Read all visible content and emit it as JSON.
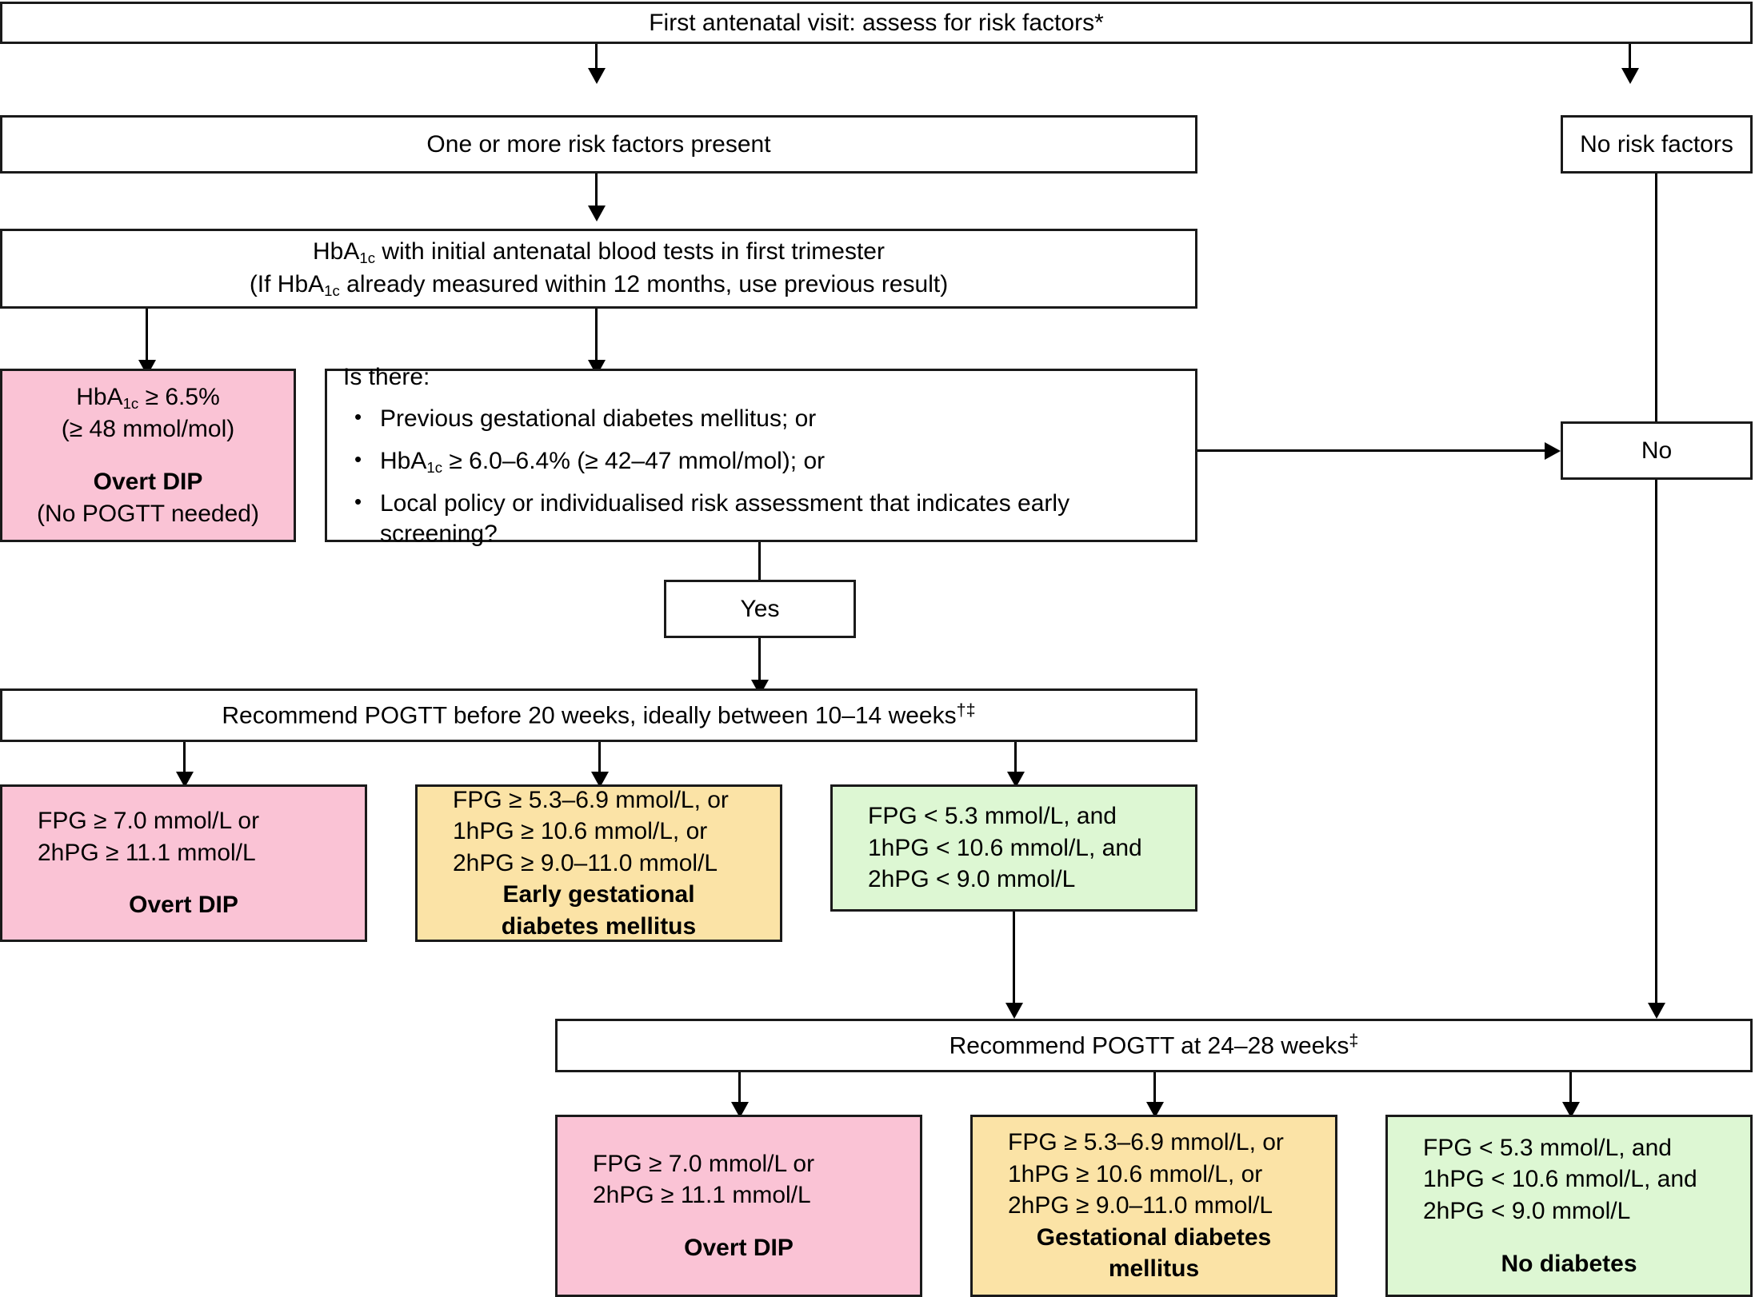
{
  "diagram": {
    "title": "Antenatal screening for diabetes in pregnancy",
    "colors": {
      "overt_dip": "#fac3d5",
      "gdm": "#fbe3a6",
      "no_diabetes": "#ddf7d3",
      "border": "#1a1a1a",
      "plain": "#ffffff"
    }
  },
  "nodes": {
    "first_visit": {
      "label": "First antenatal visit: assess for risk factors*"
    },
    "risk_present": {
      "label": "One or more risk factors present"
    },
    "no_risk": {
      "label": "No risk factors"
    },
    "hba1c_test": {
      "line1_a": "HbA",
      "line1_sub": "1c",
      "line1_b": " with initial antenatal blood tests in first trimester",
      "line2_a": "(If HbA",
      "line2_sub": "1c",
      "line2_b": " already measured within 12 months, use previous result)"
    },
    "overt_dip_hba1c": {
      "line1_a": "HbA",
      "line1_sub": "1c",
      "line1_b": " ≥ 6.5%",
      "line2": "(≥ 48 mmol/mol)",
      "line3": "Overt DIP",
      "line4": "(No POGTT needed)"
    },
    "is_there": {
      "lead": "Is there:",
      "bullets": [
        "Previous gestational diabetes mellitus; or",
        "HbA ≥ 6.0–6.4% (≥ 42–47 mmol/mol); or",
        "Local policy or individualised risk assessment that indicates early screening?"
      ],
      "bullet2_pre": "HbA",
      "bullet2_sub": "1c",
      "bullet2_post": " ≥ 6.0–6.4% (≥ 42–47 mmol/mol); or"
    },
    "yes": {
      "label": "Yes"
    },
    "no": {
      "label": "No"
    },
    "pogtt_early": {
      "label_a": "Recommend POGTT before 20 weeks, ideally between 10–14 weeks",
      "label_sup": "†‡"
    },
    "early_overt_dip": {
      "line1": "FPG ≥ 7.0 mmol/L or",
      "line2": "2hPG ≥ 11.1 mmol/L",
      "result": "Overt DIP"
    },
    "early_gdm": {
      "line1": "FPG ≥ 5.3–6.9 mmol/L, or",
      "line2": "1hPG ≥ 10.6 mmol/L, or",
      "line3": "2hPG ≥ 9.0–11.0 mmol/L",
      "result_line1": "Early gestational",
      "result_line2": "diabetes mellitus"
    },
    "early_normal": {
      "line1": "FPG < 5.3 mmol/L, and",
      "line2": "1hPG < 10.6 mmol/L, and",
      "line3": "2hPG < 9.0 mmol/L"
    },
    "pogtt_late": {
      "label_a": "Recommend POGTT at 24–28 weeks",
      "label_sup": "‡"
    },
    "late_overt_dip": {
      "line1": "FPG ≥ 7.0 mmol/L or",
      "line2": "2hPG ≥ 11.1 mmol/L",
      "result": "Overt DIP"
    },
    "late_gdm": {
      "line1": "FPG ≥ 5.3–6.9 mmol/L, or",
      "line2": "1hPG ≥ 10.6 mmol/L, or",
      "line3": "2hPG ≥ 9.0–11.0 mmol/L",
      "result_line1": "Gestational diabetes",
      "result_line2": "mellitus"
    },
    "late_normal": {
      "line1": "FPG < 5.3 mmol/L, and",
      "line2": "1hPG < 10.6 mmol/L, and",
      "line3": "2hPG < 9.0 mmol/L",
      "result": "No diabetes"
    }
  }
}
